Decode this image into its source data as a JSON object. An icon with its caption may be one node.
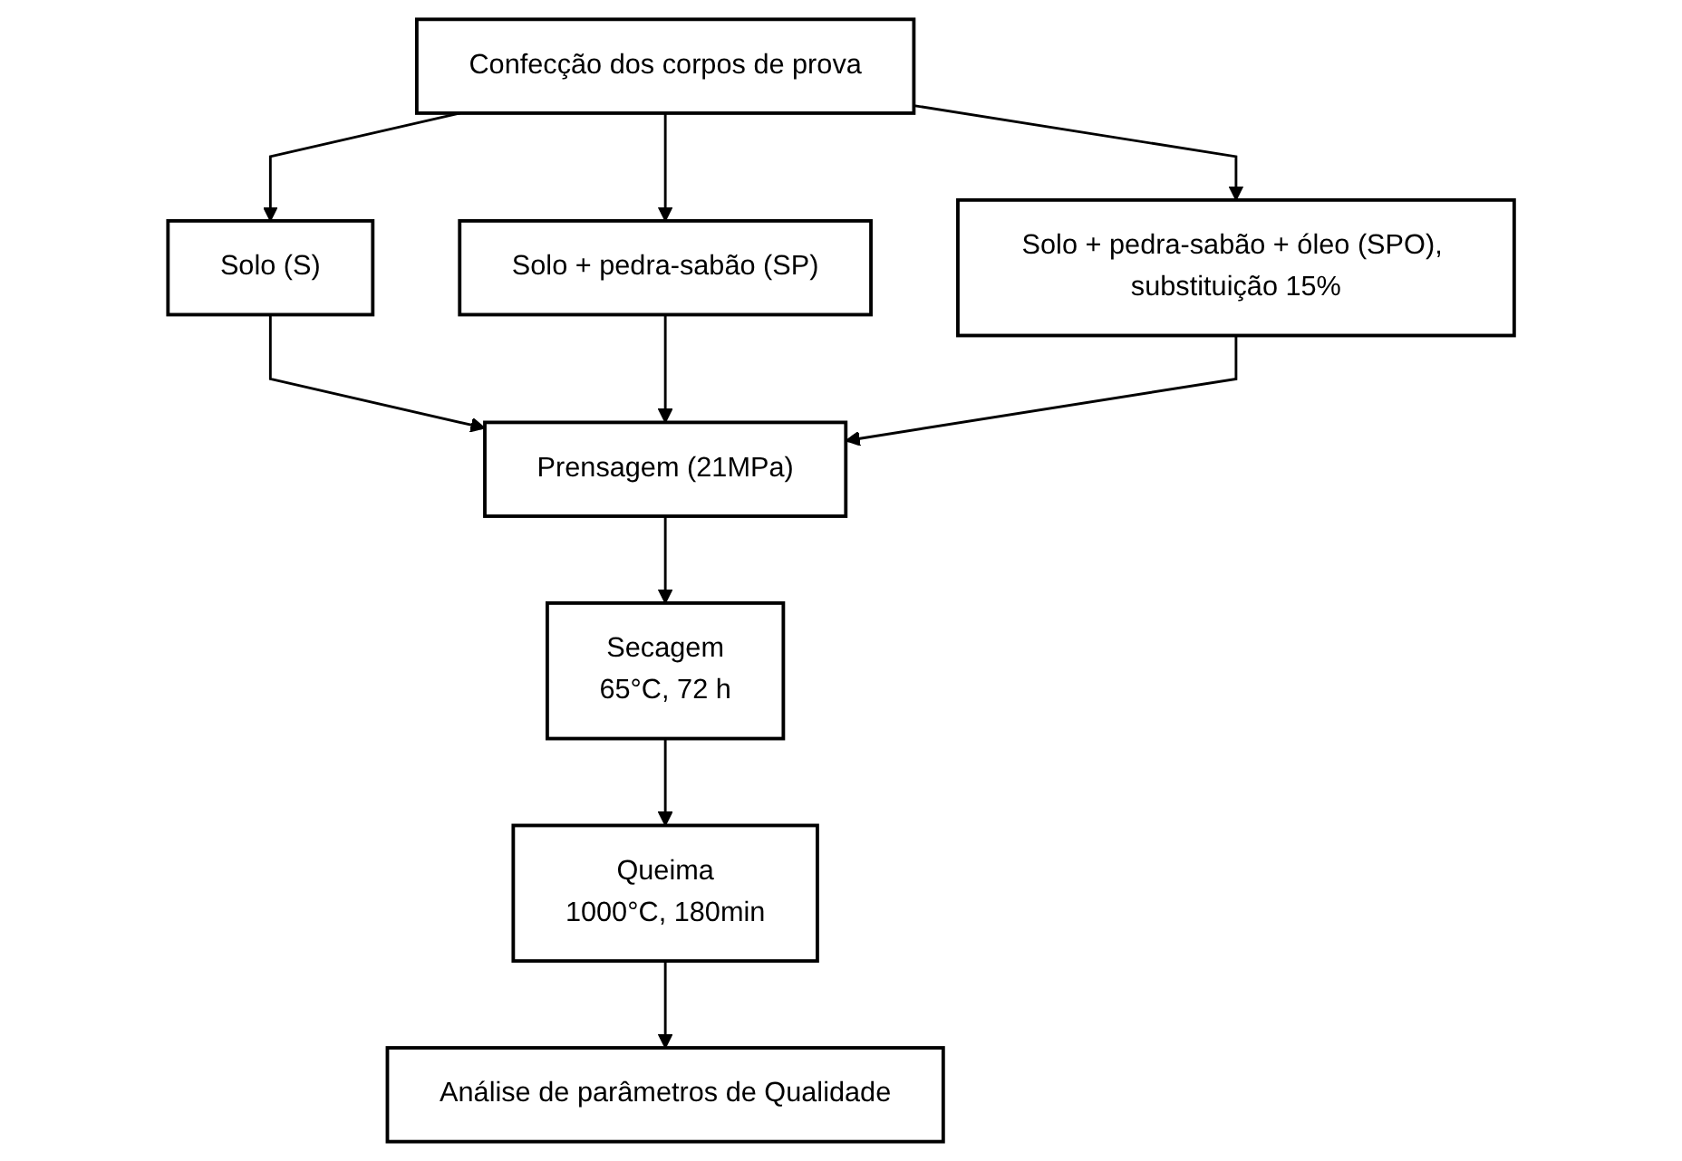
{
  "diagram": {
    "nodes": [
      {
        "text": [
          "Confecção dos corpos de prova"
        ]
      },
      {
        "text": [
          "Solo (S)"
        ]
      },
      {
        "text": [
          "Solo + pedra-sabão (SP)"
        ]
      },
      {
        "text": [
          "Solo + pedra-sabão + óleo (SPO), substituição 15%"
        ]
      },
      {
        "text": [
          "Prensagem (21MPa)"
        ]
      },
      {
        "text": [
          "Secagem",
          "65°C, 72 h"
        ]
      },
      {
        "text": [
          "Queima",
          "1000°C, 180min"
        ]
      },
      {
        "text": [
          "Análise de parâmetros de Qualidade"
        ]
      }
    ],
    "edges": [
      {
        "from": 0,
        "to": 1,
        "arrow": "to"
      },
      {
        "from": 0,
        "to": 2,
        "arrow": "to"
      },
      {
        "from": 0,
        "to": 3,
        "arrow": "to"
      },
      {
        "from": 1,
        "to": 4,
        "arrow": "to"
      },
      {
        "from": 2,
        "to": 4,
        "arrow": "to"
      },
      {
        "from": 3,
        "to": 4,
        "arrow": "to"
      },
      {
        "from": 4,
        "to": 5,
        "arrow": "to"
      },
      {
        "from": 5,
        "to": 6,
        "arrow": "to"
      },
      {
        "from": 6,
        "to": 7,
        "arrow": "to"
      }
    ]
  }
}
